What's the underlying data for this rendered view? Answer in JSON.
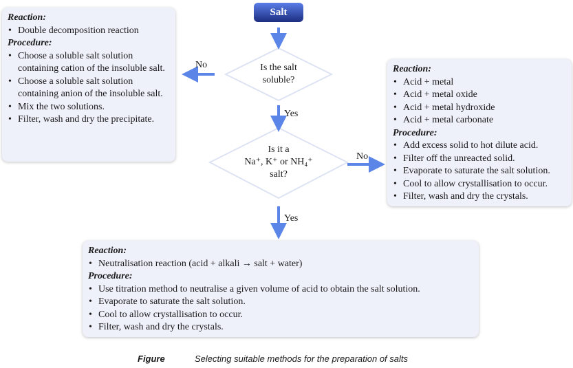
{
  "start": "Salt",
  "decision1": {
    "lines": [
      "Is the salt",
      "soluble?"
    ],
    "no": "No",
    "yes": "Yes"
  },
  "decision2": {
    "lines": [
      "Is it a",
      "Na⁺, K⁺ or NH₄⁺",
      "salt?"
    ],
    "no": "No",
    "yes": "Yes"
  },
  "left_box": {
    "reaction_label": "Reaction:",
    "reaction": [
      "Double decomposition reaction"
    ],
    "procedure_label": "Procedure:",
    "procedure": [
      "Choose a soluble salt solution containing cation of the insoluble salt.",
      "Choose a soluble salt solution containing anion of the insoluble salt.",
      "Mix the two solutions.",
      "Filter, wash and dry the precipitate."
    ]
  },
  "right_box": {
    "reaction_label": "Reaction:",
    "reaction": [
      "Acid + metal",
      "Acid + metal oxide",
      "Acid + metal hydroxide",
      "Acid + metal carbonate"
    ],
    "procedure_label": "Procedure:",
    "procedure": [
      "Add excess solid to hot dilute acid.",
      "Filter off the unreacted solid.",
      "Evaporate to saturate the salt solution.",
      "Cool to allow crystallisation to occur.",
      "Filter, wash and dry the crystals."
    ]
  },
  "bottom_box": {
    "reaction_label": "Reaction:",
    "reaction": [
      "Neutralisation reaction (acid + alkali → salt + water)"
    ],
    "procedure_label": "Procedure:",
    "procedure": [
      "Use titration method to neutralise a given volume of acid to obtain the salt solution.",
      "Evaporate to saturate the salt solution.",
      "Cool to allow crystallisation to occur.",
      "Filter, wash and dry the crystals."
    ]
  },
  "caption": {
    "label": "Figure",
    "text": "Selecting suitable methods for the preparation of salts"
  },
  "colors": {
    "arrow": "#5b86e8",
    "box": "#eef0fa",
    "start": "#2a44a8"
  }
}
